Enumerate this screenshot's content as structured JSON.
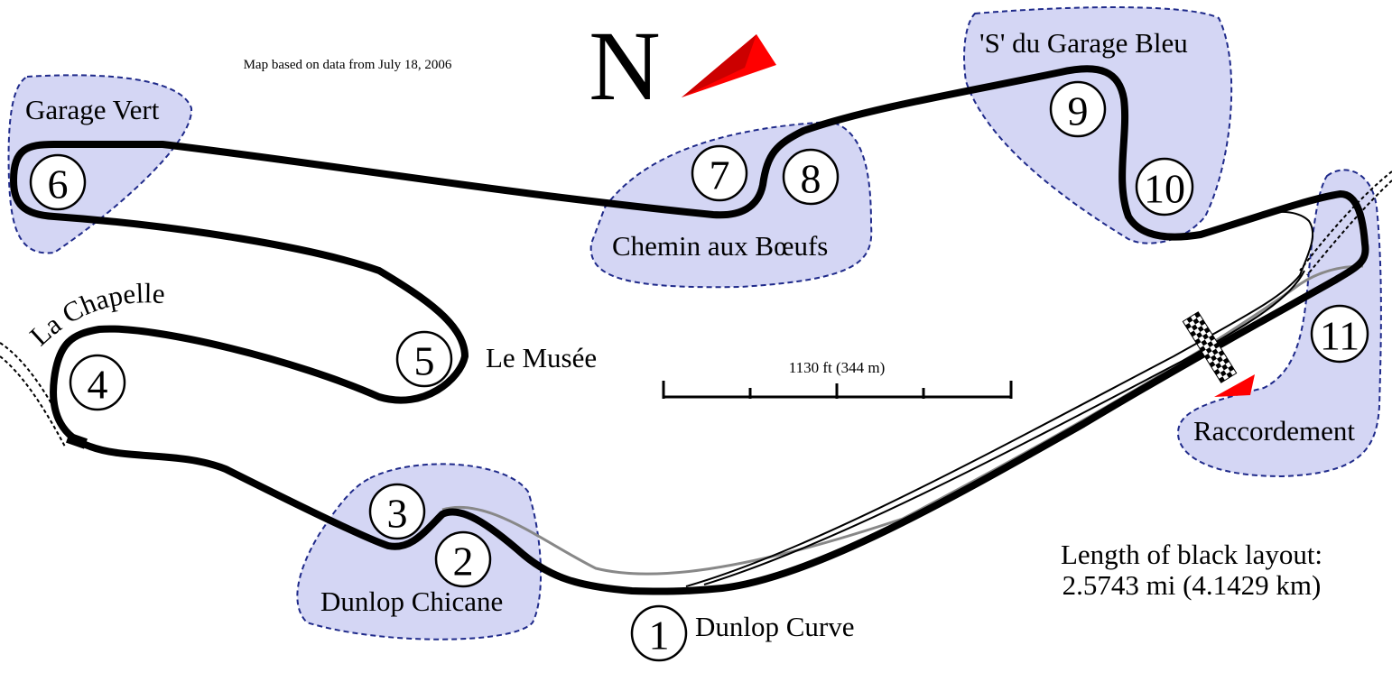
{
  "map": {
    "attribution": "Map based on data from July 18, 2006",
    "north_label": "N",
    "scale_label": "1130 ft (344 m)",
    "length_line1": "Length of black layout:",
    "length_line2": "2.5743 mi (4.1429 km)",
    "zones": {
      "garage_vert": "Garage Vert",
      "chemin": "Chemin aux Bœufs",
      "garage_bleu": "'S' du Garage Bleu",
      "raccordement": "Raccordement",
      "dunlop_chicane": "Dunlop Chicane"
    },
    "labels": {
      "la_chapelle": "La Chapelle",
      "le_musee": "Le Musée",
      "dunlop_curve": "Dunlop Curve"
    },
    "turns": [
      "1",
      "2",
      "3",
      "4",
      "5",
      "6",
      "7",
      "8",
      "9",
      "10",
      "11"
    ],
    "colors": {
      "zone_fill": "#a0a5e6",
      "zone_stroke": "#1f2a8a",
      "arrow": "#ff0000",
      "track": "#000000"
    }
  }
}
